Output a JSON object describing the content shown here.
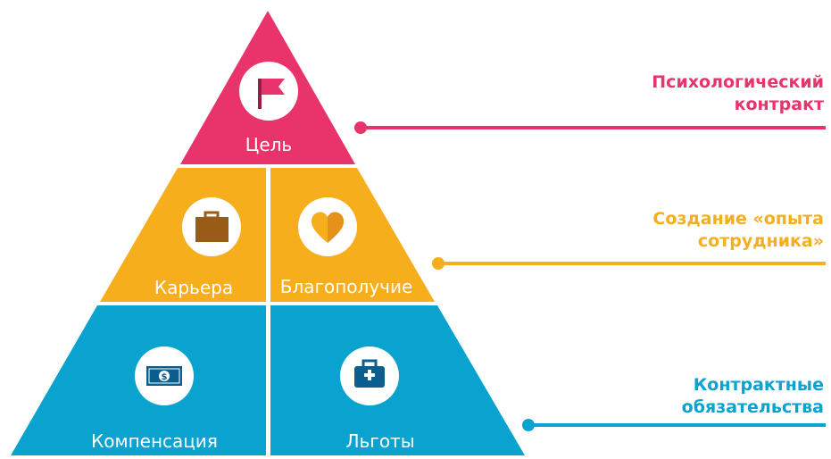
{
  "pyramid": {
    "top": {
      "label": "Цель",
      "icon": "flag-icon",
      "color": "#E8336B"
    },
    "middle": [
      {
        "label": "Карьера",
        "icon": "briefcase-icon",
        "color": "#F6AE1D"
      },
      {
        "label": "Благополучие",
        "icon": "heart-icon",
        "color": "#F6AE1D"
      }
    ],
    "bottom": [
      {
        "label": "Компенсация",
        "icon": "money-icon",
        "color": "#0AA3CF"
      },
      {
        "label": "Льготы",
        "icon": "medical-bag-icon",
        "color": "#0AA3CF"
      }
    ]
  },
  "callouts": [
    {
      "line1": "Психологический",
      "line2": "контракт",
      "color": "#E8336B"
    },
    {
      "line1": "Создание «опыта",
      "line2": "сотрудника»",
      "color": "#F6AE1D"
    },
    {
      "line1": "Контрактные",
      "line2": "обязательства",
      "color": "#0AA3CF"
    }
  ]
}
